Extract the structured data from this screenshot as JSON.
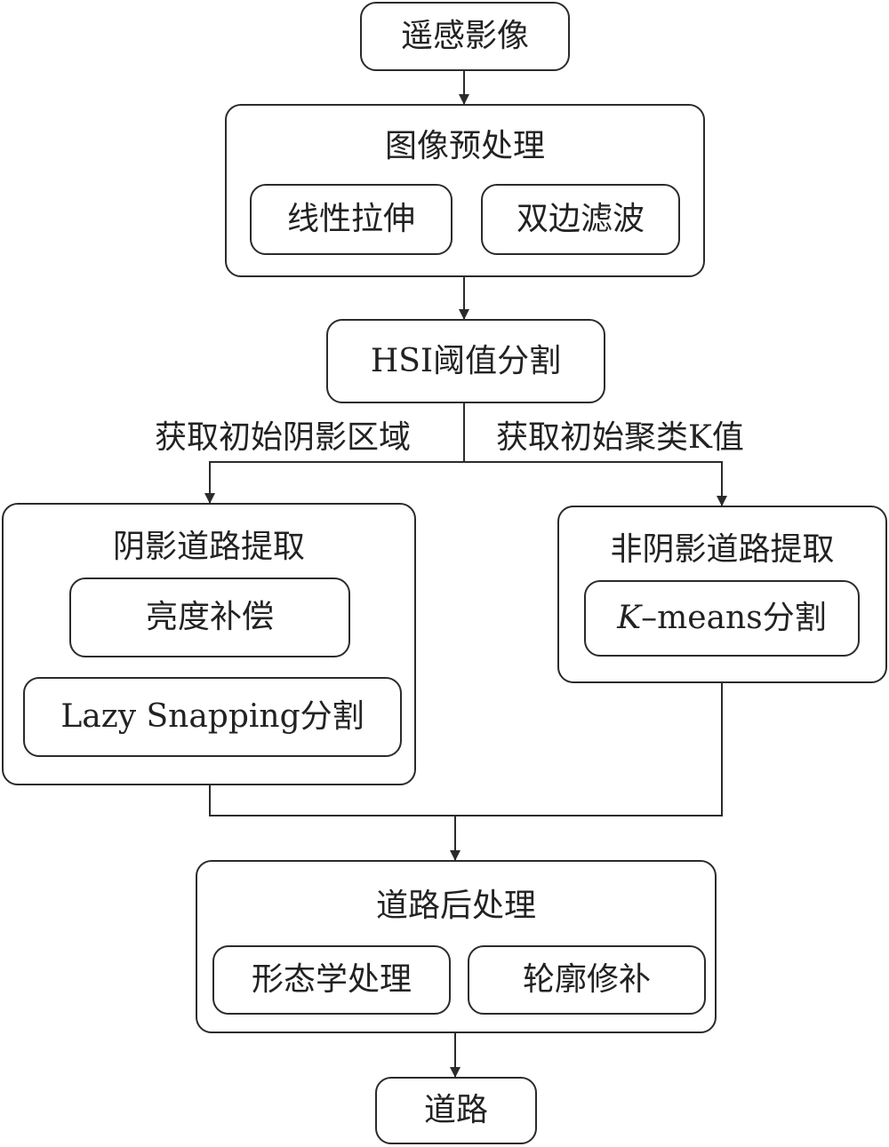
{
  "nodes": {
    "remote_image": "遥感影像",
    "preprocess": {
      "title": "图像预处理",
      "linear_stretch": "线性拉伸",
      "bilateral_filter": "双边滤波"
    },
    "hsi_threshold": "HSI阈值分割",
    "shadow_road": {
      "title": "阴影道路提取",
      "brightness_comp": "亮度补偿",
      "lazy_snapping": "Lazy Snapping分割"
    },
    "nonshadow_road": {
      "title": "非阴影道路提取",
      "kmeans_k": "K",
      "kmeans_rest": "–means分割"
    },
    "postprocess": {
      "title": "道路后处理",
      "morphology": "形态学处理",
      "contour_repair": "轮廓修补"
    },
    "road": "道路"
  },
  "edge_labels": {
    "left": "获取初始阴影区域",
    "right": "获取初始聚类K值"
  }
}
